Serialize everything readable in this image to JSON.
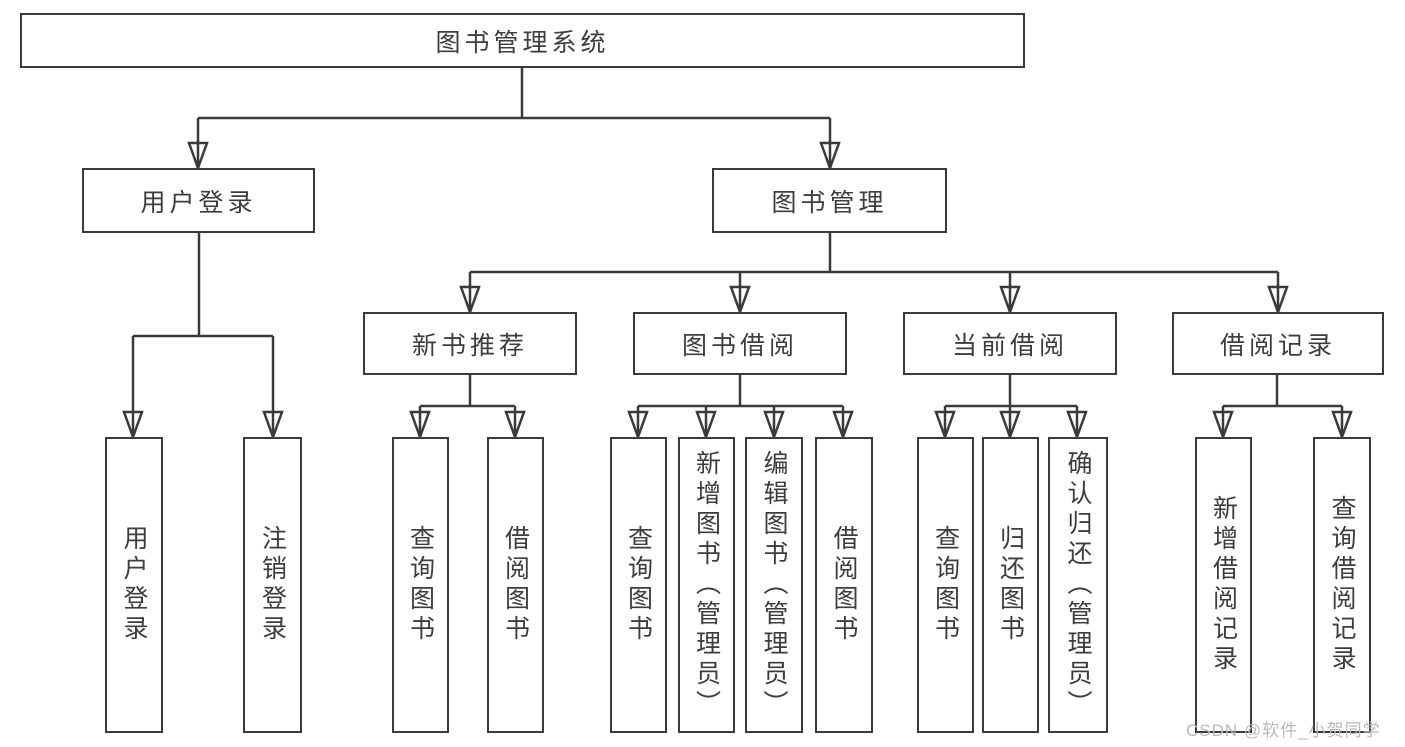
{
  "tree": {
    "label": "图书管理系统",
    "children": [
      {
        "label": "用户登录",
        "children": [
          {
            "label": "用户登录"
          },
          {
            "label": "注销登录"
          }
        ]
      },
      {
        "label": "图书管理",
        "children": [
          {
            "label": "新书推荐",
            "children": [
              {
                "label": "查询图书"
              },
              {
                "label": "借阅图书"
              }
            ]
          },
          {
            "label": "图书借阅",
            "children": [
              {
                "label": "查询图书"
              },
              {
                "label": "新增图书（管理员）"
              },
              {
                "label": "编辑图书（管理员）"
              },
              {
                "label": "借阅图书"
              }
            ]
          },
          {
            "label": "当前借阅",
            "children": [
              {
                "label": "查询图书"
              },
              {
                "label": "归还图书"
              },
              {
                "label": "确认归还（管理员）"
              }
            ]
          },
          {
            "label": "借阅记录",
            "children": [
              {
                "label": "新增借阅记录"
              },
              {
                "label": "查询借阅记录"
              }
            ]
          }
        ]
      }
    ]
  },
  "watermark": "CSDN @软件_小贺同学",
  "colors": {
    "line": "#3a3a3a",
    "text": "#3d3d3d",
    "watermark": "#b9b9b9",
    "background": "#ffffff"
  }
}
